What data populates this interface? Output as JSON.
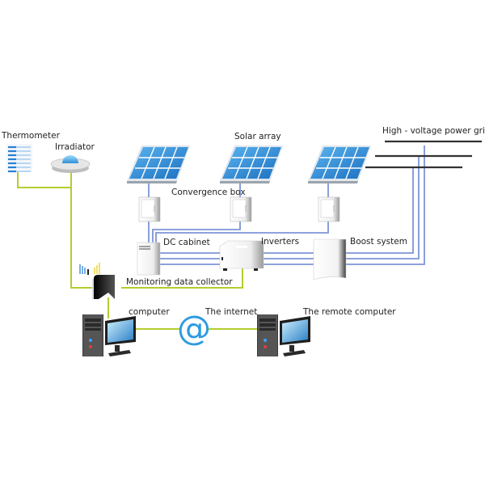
{
  "title": "Photovoltaic power station monitoring system",
  "labels": {
    "thermometer": "Thermometer",
    "irradiator": "Irradiator",
    "solar_array": "Solar array",
    "convergence_box": "Convergence box",
    "dc_cabinet": "DC cabinet",
    "inverters": "Inverters",
    "boost_system": "Boost system",
    "grid": "High - voltage power grid",
    "collector": "Monitoring data collector",
    "computer": "computer",
    "internet": "The internet",
    "remote_computer": "The remote computer"
  },
  "icons": {
    "internet": "@"
  },
  "colors": {
    "power_line": "#7d95d6",
    "data_line": "#b5cc2e",
    "grid_line": "#333333",
    "panel_blue": "#2e86d4",
    "internet_blue": "#2d9be0"
  }
}
